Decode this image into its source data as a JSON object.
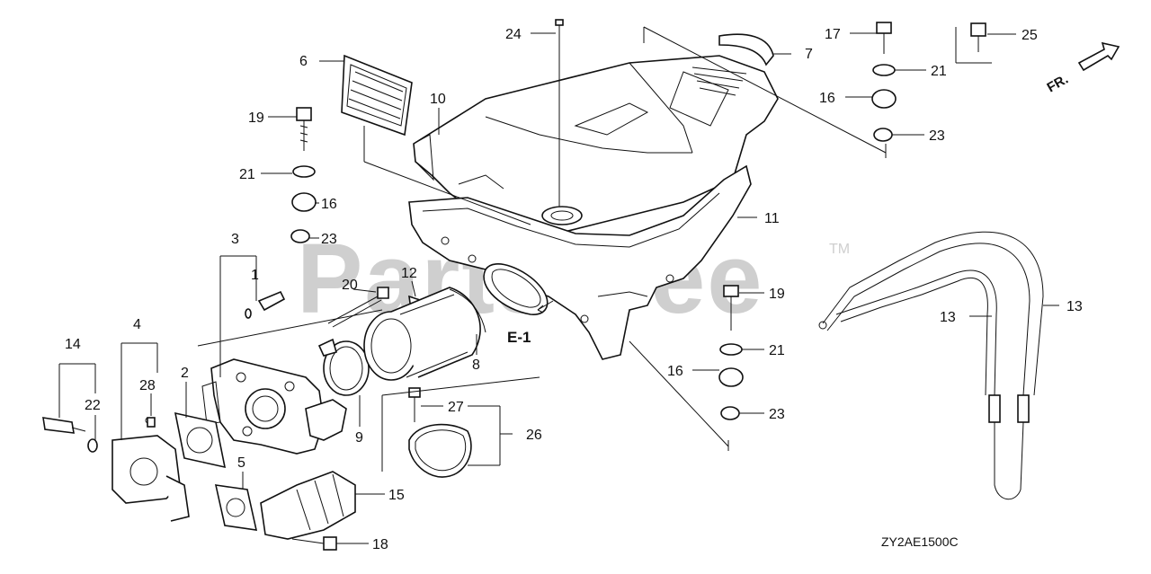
{
  "watermark": {
    "text": "PartsTree",
    "trademark": "TM"
  },
  "drawing_code": "ZY2AE1500C",
  "section_ref": "E-1",
  "orientation": "FR.",
  "callouts": {
    "n1": "1",
    "n2": "2",
    "n3": "3",
    "n4": "4",
    "n5": "5",
    "n6": "6",
    "n7": "7",
    "n8": "8",
    "n9": "9",
    "n10": "10",
    "n11": "11",
    "n12": "12",
    "n13a": "13",
    "n13b": "13",
    "n14": "14",
    "n15": "15",
    "n16a": "16",
    "n16b": "16",
    "n16c": "16",
    "n17": "17",
    "n18": "18",
    "n19a": "19",
    "n19b": "19",
    "n20": "20",
    "n21a": "21",
    "n21b": "21",
    "n21c": "21",
    "n22": "22",
    "n23a": "23",
    "n23b": "23",
    "n23c": "23",
    "n24": "24",
    "n25": "25",
    "n26": "26",
    "n27": "27",
    "n28": "28"
  }
}
